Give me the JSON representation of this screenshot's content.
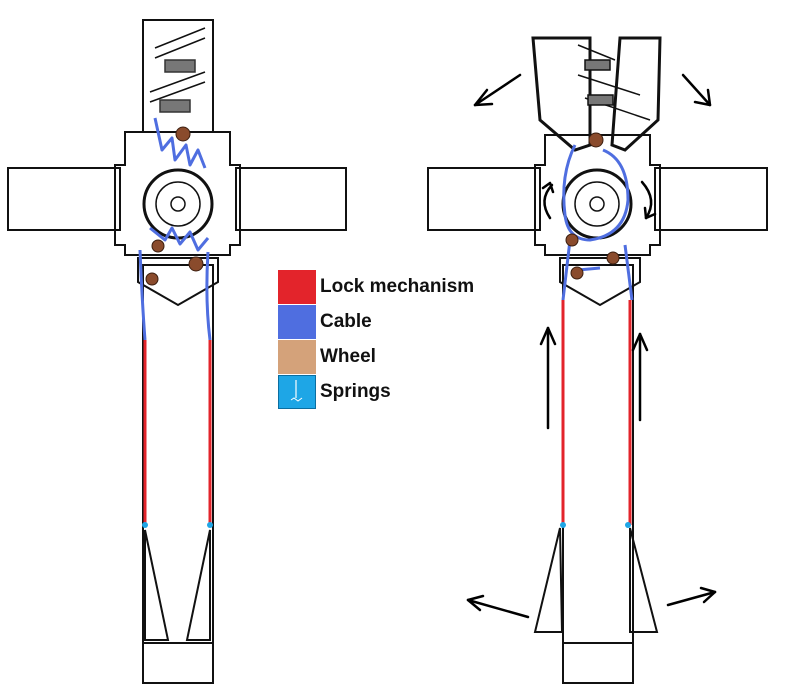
{
  "colors": {
    "lock_mechanism": "#e3242b",
    "cable": "#4f6ee0",
    "wheel": "#d4a27a",
    "springs": "#1ea6e6",
    "pin": "#8a4b2c",
    "outline": "#000000"
  },
  "legend": {
    "items": [
      {
        "label": "Lock mechanism",
        "color_key": "lock_mechanism"
      },
      {
        "label": "Cable",
        "color_key": "cable"
      },
      {
        "label": "Wheel",
        "color_key": "wheel"
      },
      {
        "label": "Springs",
        "color_key": "springs"
      }
    ]
  },
  "figures": {
    "left": {
      "state": "locked",
      "motion_arrows": 0
    },
    "right": {
      "state": "released",
      "motion_arrows": 8
    }
  }
}
